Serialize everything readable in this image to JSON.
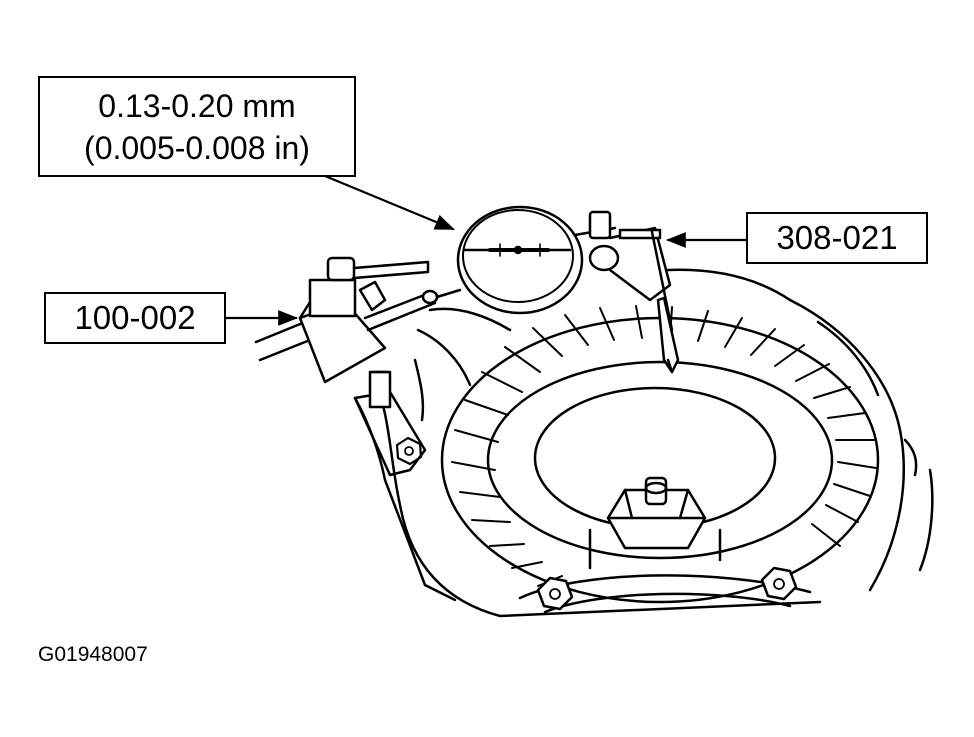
{
  "callouts": {
    "backlash_spec": {
      "metric": "0.13-0.20 mm",
      "imperial": "(0.005-0.008 in)"
    },
    "dial_indicator_tool": "308-021",
    "magnetic_base_tool": "100-002"
  },
  "figure_id": "G01948007"
}
